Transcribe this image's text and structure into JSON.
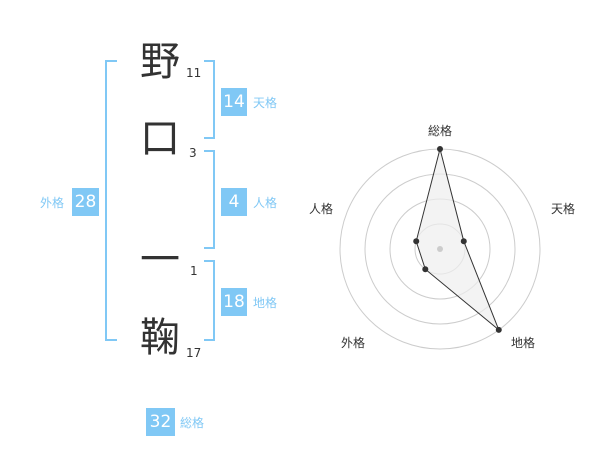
{
  "colors": {
    "accent": "#80c8f5",
    "text": "#333333",
    "grid": "#cccccc",
    "polygon_fill": "#eeeeee",
    "polygon_stroke": "#333333"
  },
  "name": {
    "characters": [
      {
        "char": "野",
        "strokes": "11"
      },
      {
        "char": "口",
        "strokes": "3"
      },
      {
        "char": "一",
        "strokes": "1"
      },
      {
        "char": "鞠",
        "strokes": "17"
      }
    ]
  },
  "fortune": {
    "tenkaku": {
      "value": "14",
      "label": "天格"
    },
    "jinkaku": {
      "value": "4",
      "label": "人格"
    },
    "chikaku": {
      "value": "18",
      "label": "地格"
    },
    "gaikaku": {
      "value": "28",
      "label": "外格"
    },
    "soukaku": {
      "value": "32",
      "label": "総格"
    }
  },
  "chart_data": {
    "type": "radar",
    "axes": [
      "総格",
      "天格",
      "地格",
      "外格",
      "人格"
    ],
    "max": 4,
    "rings": 4,
    "values": [
      4,
      1,
      4,
      1,
      1
    ]
  }
}
